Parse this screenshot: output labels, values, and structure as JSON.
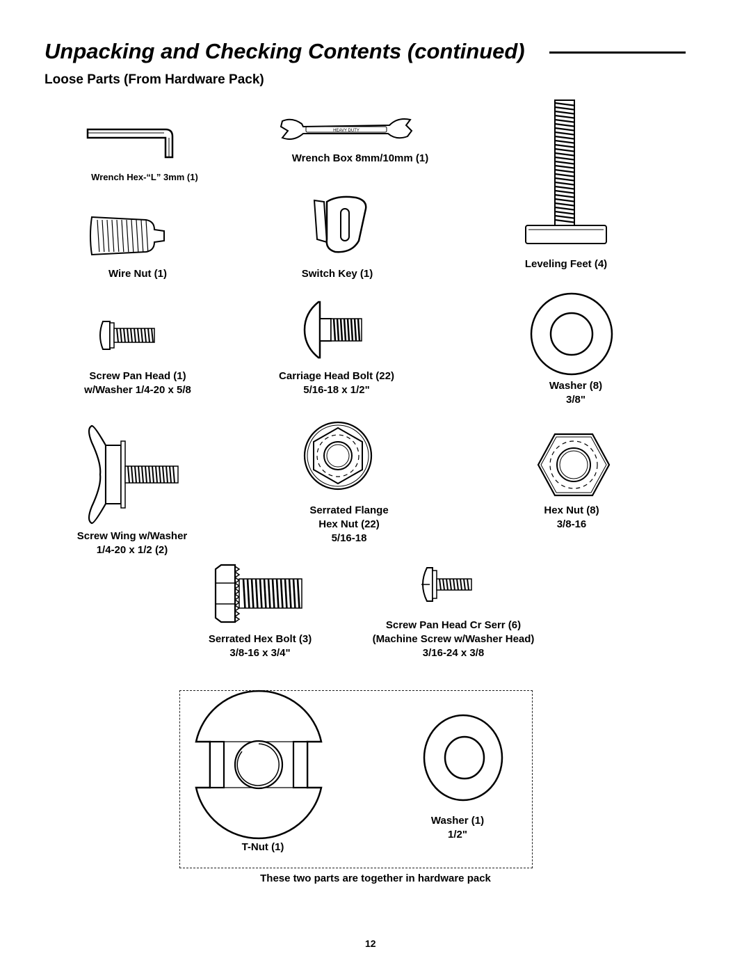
{
  "header": {
    "title": "Unpacking and Checking Contents (continued)",
    "subtitle": "Loose Parts (From Hardware Pack)"
  },
  "parts": {
    "hex_l_wrench": {
      "name": "Wrench Hex-“L” 3mm (1)"
    },
    "box_wrench": {
      "name": "Wrench Box 8mm/10mm (1)",
      "stamp": "HEAVY DUTY"
    },
    "leveling_feet": {
      "name": "Leveling Feet (4)"
    },
    "wire_nut": {
      "name": "Wire Nut (1)"
    },
    "switch_key": {
      "name": "Switch Key (1)"
    },
    "screw_pan_head": {
      "line1": "Screw Pan Head (1)",
      "line2": "w/Washer 1/4-20 x 5/8"
    },
    "carriage_bolt": {
      "line1": "Carriage Head Bolt (22)",
      "line2": "5/16-18 x 1/2\""
    },
    "washer_38": {
      "line1": "Washer (8)",
      "line2": "3/8\""
    },
    "screw_wing": {
      "line1": "Screw Wing w/Washer",
      "line2": "1/4-20 x 1/2 (2)"
    },
    "flange_nut": {
      "line1": "Serrated Flange",
      "line2": "Hex Nut (22)",
      "line3": "5/16-18"
    },
    "hex_nut": {
      "line1": "Hex Nut (8)",
      "line2": "3/8-16"
    },
    "serrated_hex_bolt": {
      "line1": "Serrated Hex Bolt (3)",
      "line2": "3/8-16 x 3/4\""
    },
    "machine_screw": {
      "line1": "Screw Pan Head Cr Serr (6)",
      "line2": "(Machine Screw w/Washer Head)",
      "line3": "3/16-24 x 3/8"
    },
    "t_nut": {
      "name": "T-Nut (1)"
    },
    "washer_12": {
      "line1": "Washer (1)",
      "line2": "1/2\""
    }
  },
  "note": "These two parts are together in hardware pack",
  "page_number": "12"
}
